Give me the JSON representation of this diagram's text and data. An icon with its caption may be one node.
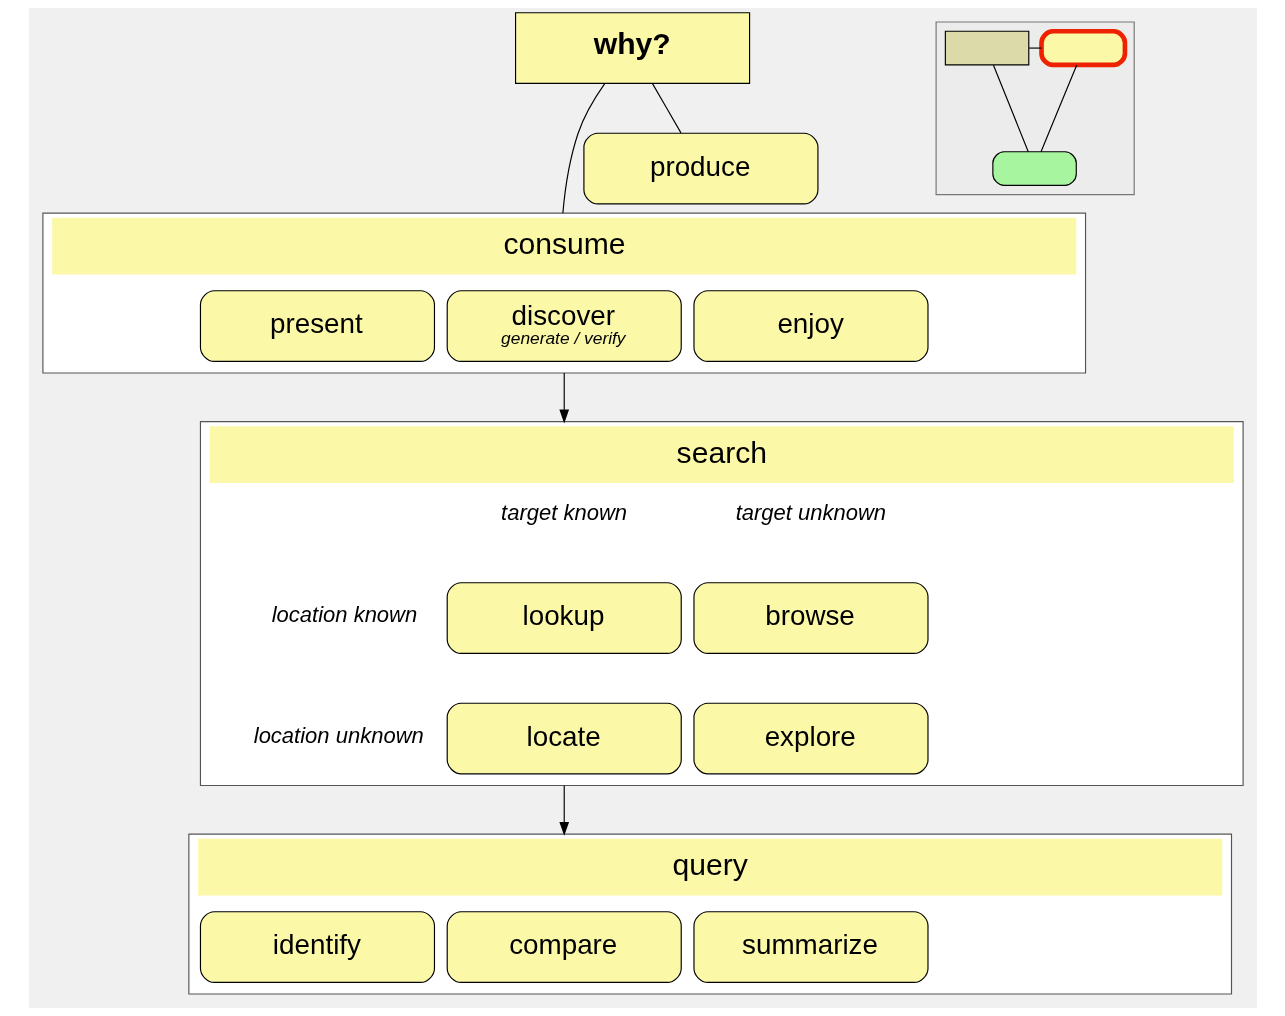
{
  "diagram": {
    "nodes": [
      {
        "text": [
          "why?"
        ]
      },
      {
        "text": [
          "consume"
        ]
      },
      {
        "text": [
          "present"
        ],
        "in": 1
      },
      {
        "text": [
          "discover",
          "generate / verify"
        ],
        "in": 1
      },
      {
        "text": [
          "enjoy"
        ],
        "in": 1
      },
      {
        "text": [
          "produce"
        ]
      },
      {
        "text": [
          "search"
        ]
      },
      {
        "text": [
          "lookup"
        ],
        "in": 6
      },
      {
        "text": [
          "browse"
        ],
        "in": 6
      },
      {
        "text": [
          "locate"
        ],
        "in": 6
      },
      {
        "text": [
          "explore"
        ],
        "in": 6
      },
      {
        "text": [
          "query"
        ]
      },
      {
        "text": [
          "identify"
        ],
        "in": 11
      },
      {
        "text": [
          "compare"
        ],
        "in": 11
      },
      {
        "text": [
          "summarize"
        ],
        "in": 11
      },
      {
        "text": [],
        "shape": "box"
      },
      {
        "text": [],
        "shape": "box",
        "in": 15
      },
      {
        "text": [],
        "shape": "box",
        "in": 15
      },
      {
        "text": [],
        "shape": "box",
        "in": 15
      }
    ],
    "edges": [
      {
        "from": 0,
        "to": 1,
        "arrow": "none"
      },
      {
        "from": 0,
        "to": 5,
        "arrow": "none"
      },
      {
        "from": 1,
        "to": 6,
        "arrow": "to"
      },
      {
        "from": 6,
        "to": 11,
        "arrow": "to"
      },
      {
        "from": 16,
        "to": 17,
        "arrow": "none"
      },
      {
        "from": 16,
        "to": 18,
        "arrow": "none"
      },
      {
        "from": 17,
        "to": 18,
        "arrow": "none"
      }
    ],
    "labels": [
      "target known",
      "target unknown",
      "location known",
      "location unknown"
    ]
  }
}
